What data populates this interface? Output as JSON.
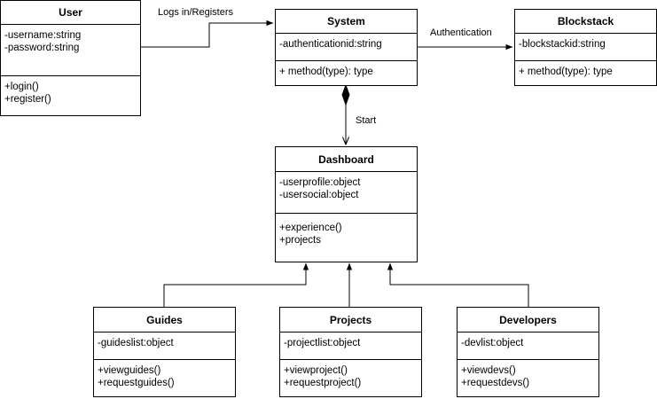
{
  "diagram": {
    "classes": {
      "user": {
        "name": "User",
        "attributes": [
          "-username:string",
          "-password:string"
        ],
        "methods": [
          "+login()",
          "+register()"
        ]
      },
      "system": {
        "name": "System",
        "attributes": [
          "-authenticationid:string"
        ],
        "methods": [
          "+ method(type): type"
        ]
      },
      "blockstack": {
        "name": "Blockstack",
        "attributes": [
          "-blockstackid:string"
        ],
        "methods": [
          "+ method(type): type"
        ]
      },
      "dashboard": {
        "name": "Dashboard",
        "attributes": [
          "-userprofile:object",
          "-usersocial:object"
        ],
        "methods": [
          "+experience()",
          "+projects"
        ]
      },
      "guides": {
        "name": "Guides",
        "attributes": [
          "-guideslist:object"
        ],
        "methods": [
          "+viewguides()",
          "+requestguides()"
        ]
      },
      "projects": {
        "name": "Projects",
        "attributes": [
          "-projectlist:object"
        ],
        "methods": [
          "+viewproject()",
          "+requestproject()"
        ]
      },
      "developers": {
        "name": "Developers",
        "attributes": [
          "-devlist:object"
        ],
        "methods": [
          "+viewdevs()",
          "+requestdevs()"
        ]
      }
    },
    "relations": {
      "user_system": "Logs in/Registers",
      "system_blockstack": "Authentication",
      "system_dashboard": "Start"
    }
  }
}
